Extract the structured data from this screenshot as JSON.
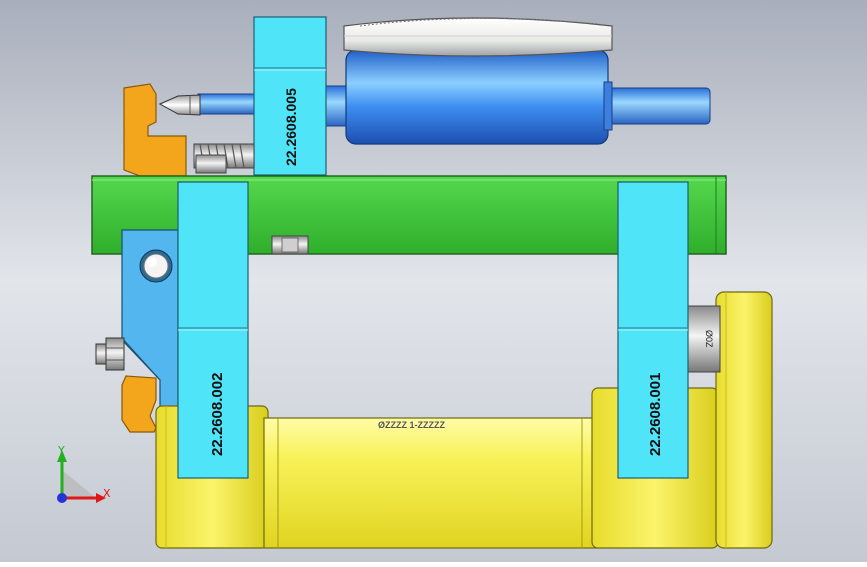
{
  "scene": {
    "background_colors": [
      "#c4c9d2",
      "#e2e5ea",
      "#a8aebb"
    ]
  },
  "parts": {
    "gauge_mount_label": "22.2608.005",
    "left_bracket_label": "22.2608.002",
    "right_bracket_label": "22.2608.001",
    "roller_engraving": "ØZZZZ 1-ZZZZZ",
    "small_side_marking": "Ø0Z"
  },
  "colors": {
    "base_plate": "#3ec63a",
    "brackets": "#4fe4f7",
    "roller": "#f8f25a",
    "gauge_body": "#3d8ef0",
    "clamp_orange": "#f3a61c",
    "clamp_blue": "#53b6ee"
  },
  "triad": {
    "x_label": "X",
    "y_label": "Y",
    "x_color": "#e01818",
    "y_color": "#22b022",
    "origin_color": "#2233dd"
  }
}
